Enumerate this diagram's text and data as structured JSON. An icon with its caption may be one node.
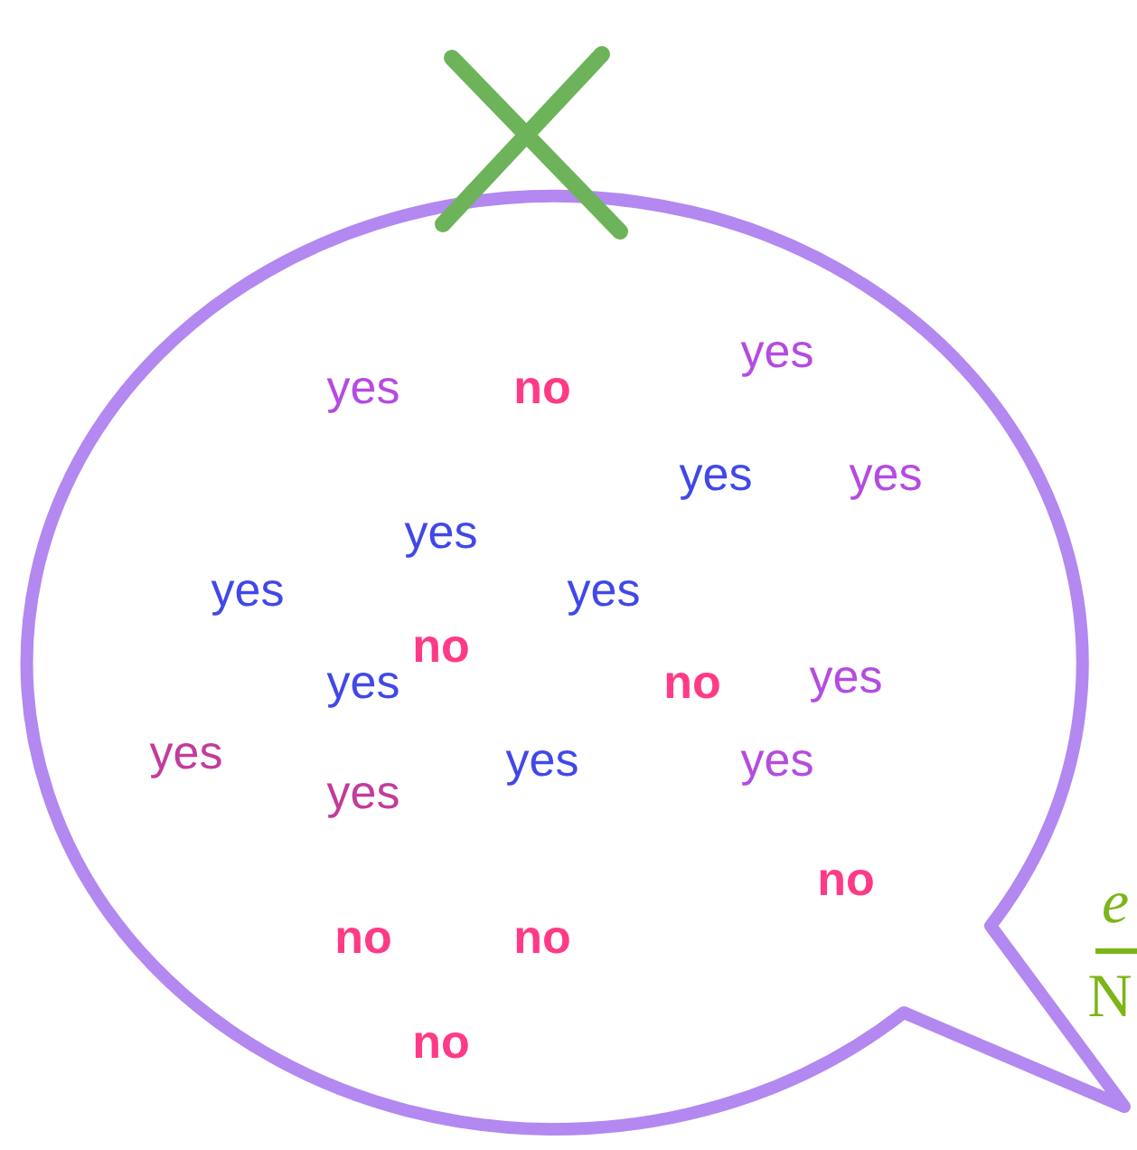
{
  "diagram": {
    "labels": [
      "yes",
      "yes",
      "no",
      "yes",
      "yes",
      "yes",
      "yes",
      "yes",
      "no",
      "yes",
      "no",
      "yes",
      "yes",
      "yes",
      "yes",
      "yes",
      "no",
      "e",
      "no",
      "no",
      "N",
      "no"
    ]
  }
}
